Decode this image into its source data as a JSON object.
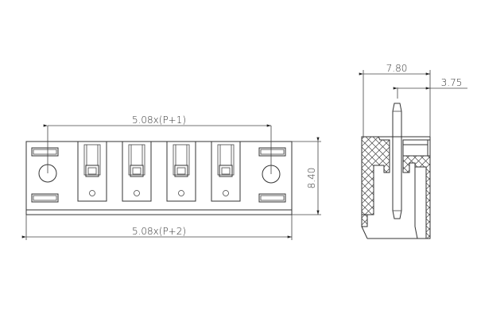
{
  "drawing": {
    "type": "terminal block connector technical drawing",
    "front_view": {
      "pin_count_shown": 4,
      "dim_pitch_label": "5.08x(P+1)",
      "dim_overall_label": "5.08x(P+2)",
      "dim_height_label": "8.40"
    },
    "side_view": {
      "dim_width_label": "7.80",
      "dim_pin_offset_label": "3.75"
    },
    "colors": {
      "line": "#333333",
      "background": "#ffffff"
    }
  }
}
